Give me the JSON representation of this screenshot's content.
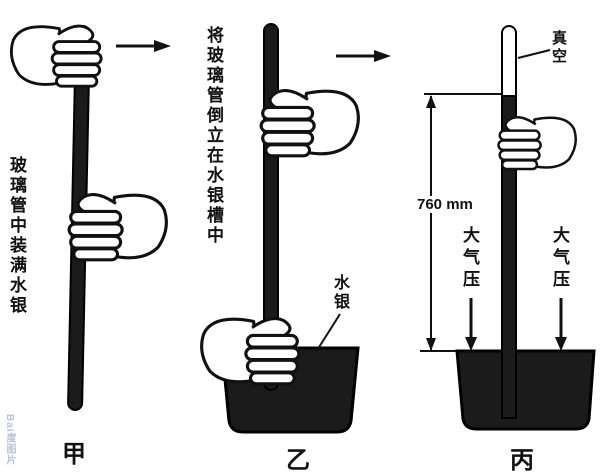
{
  "colors": {
    "ink": "#111111",
    "mercury": "#1b1b1b",
    "paper": "#ffffff",
    "watermark": "#b7c3da"
  },
  "panel_jia": {
    "caption": "甲",
    "side_label": "玻璃管中装满水银"
  },
  "panel_yi": {
    "caption": "乙",
    "side_label": "将玻璃管倒立在水银槽中",
    "mercury_label": "水银"
  },
  "panel_bing": {
    "caption": "丙",
    "vacuum_label": "真空",
    "height_label": "760 mm",
    "pressure_left": "大气压",
    "pressure_right": "大气压"
  },
  "watermark": "Bai度图片"
}
